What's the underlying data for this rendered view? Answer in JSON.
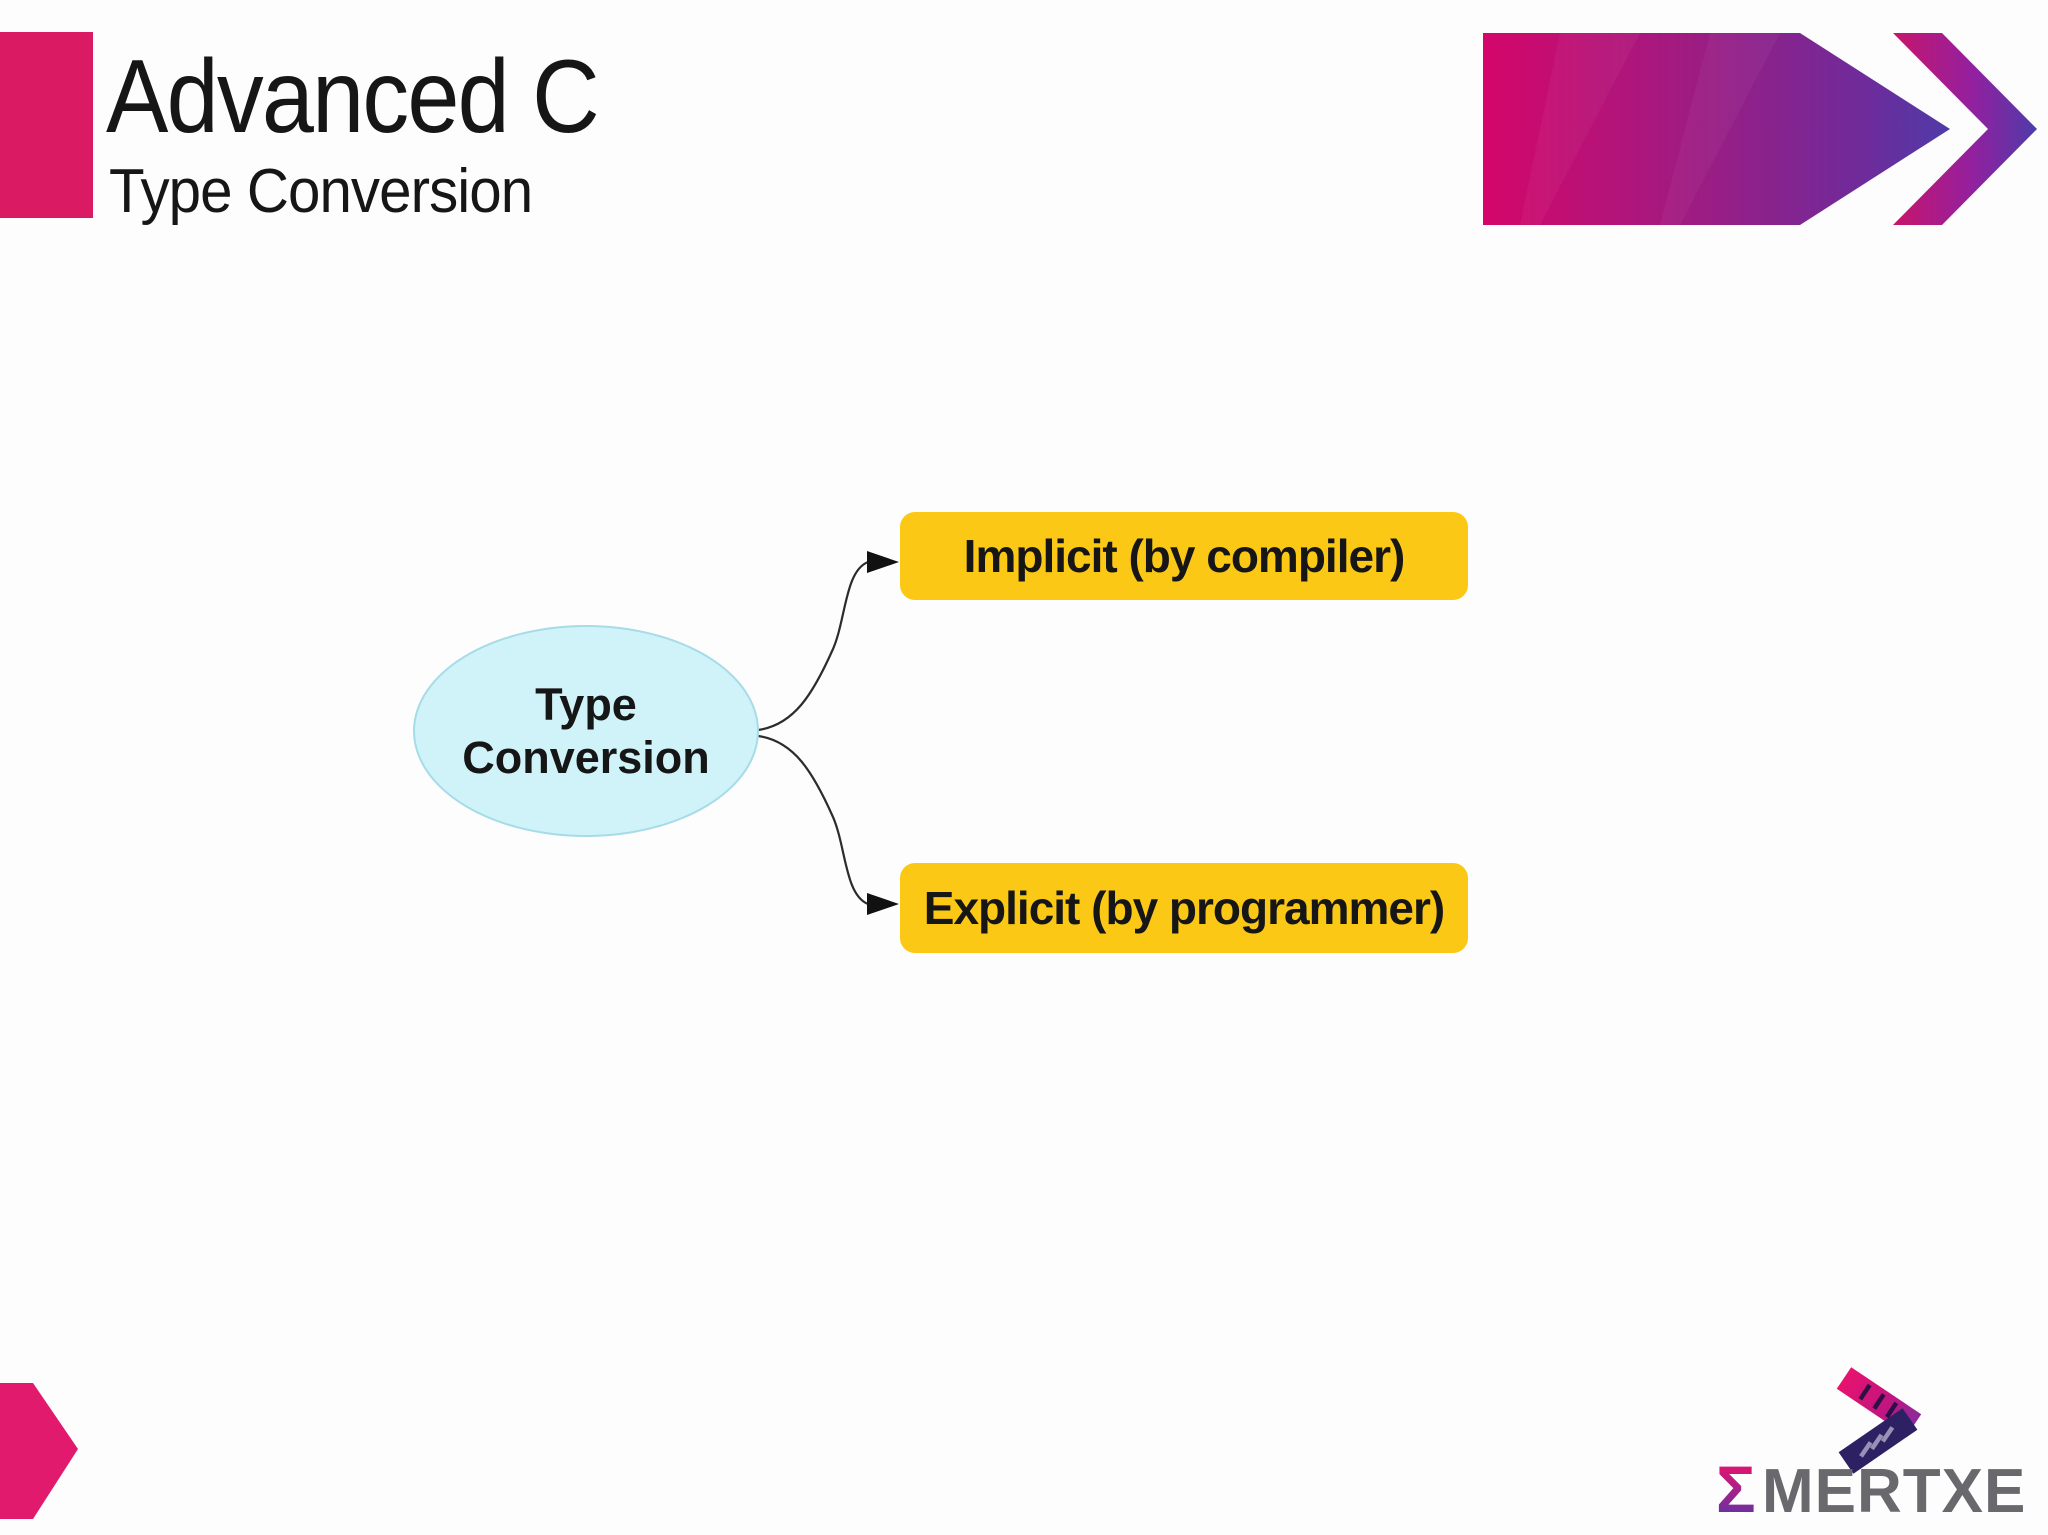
{
  "header": {
    "title": "Advanced C",
    "subtitle": "Type Conversion"
  },
  "diagram": {
    "center_node": {
      "line1": "Type",
      "line2": "Conversion"
    },
    "branches": [
      {
        "label": "Implicit (by compiler)"
      },
      {
        "label": "Explicit (by programmer)"
      }
    ]
  },
  "logo": {
    "sigma": "Σ",
    "wordmark": "MERTXE"
  },
  "colors": {
    "accent_pink": "#DB1A64",
    "accent_pink_bright": "#E11A6D",
    "gradient_start": "#D5066A",
    "gradient_mid": "#9E1C82",
    "gradient_end": "#4E3BA8",
    "node_fill": "#CFF3F8",
    "node_border": "#A6DBE8",
    "branch_fill": "#FBC915",
    "connector_dark": "#2E2B2B",
    "text_dark": "#161616",
    "logo_gray": "#69686D",
    "logo_navy": "#2D2163"
  }
}
